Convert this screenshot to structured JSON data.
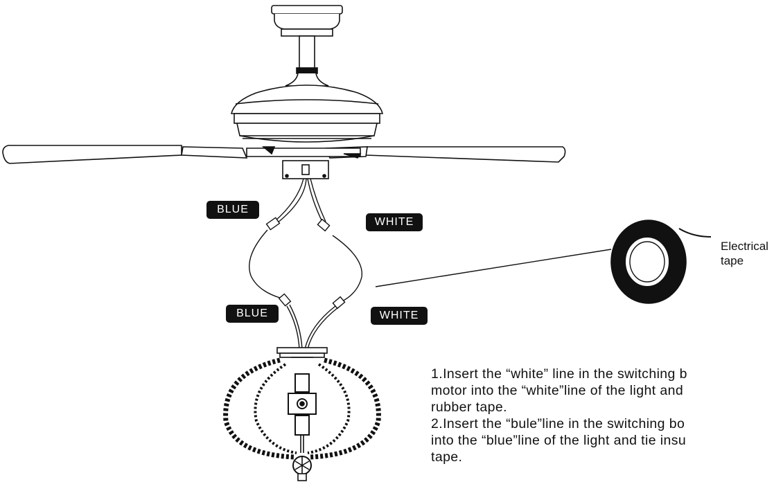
{
  "labels": {
    "blue_top": "BLUE",
    "white_top": "WHITE",
    "blue_bottom": "BLUE",
    "white_bottom": "WHITE"
  },
  "tape": {
    "line1": "Electrical",
    "line2": "tape"
  },
  "instructions": {
    "l1": "1.Insert the “white” line in the switching b",
    "l2": "motor into the “white”line of the light and",
    "l3": "rubber tape.",
    "l4": "2.Insert the “bule”line in the switching bo",
    "l5": "into the “blue”line of the light and tie insu",
    "l6": "tape."
  },
  "colors": {
    "line": "#111111",
    "badge_bg": "#111111",
    "badge_text": "#ffffff"
  }
}
